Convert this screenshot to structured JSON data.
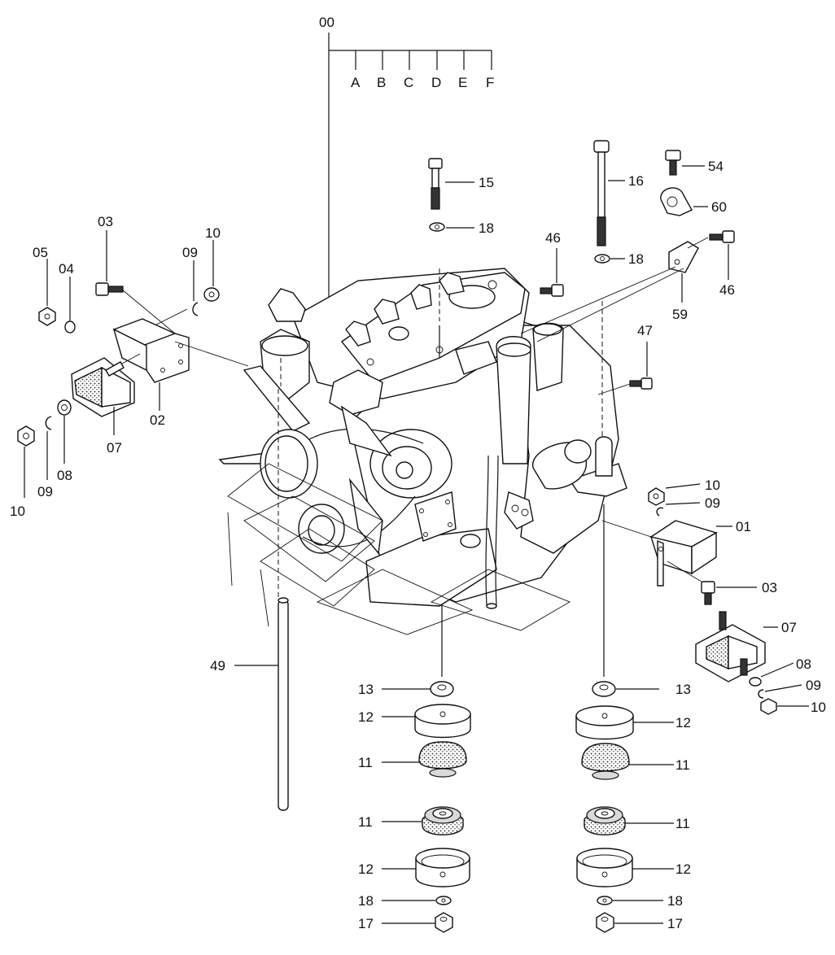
{
  "labels": {
    "l00": "00",
    "lA": "A",
    "lB": "B",
    "lC": "C",
    "lD": "D",
    "lE": "E",
    "lF": "F",
    "l15": "15",
    "l16": "16",
    "l18a": "18",
    "l18b": "18",
    "l54": "54",
    "l60": "60",
    "l46a": "46",
    "l46b": "46",
    "l59": "59",
    "l47": "47",
    "l03a": "03",
    "l10a": "10",
    "l05": "05",
    "l04": "04",
    "l09a": "09",
    "l02": "02",
    "l07a": "07",
    "l10b": "10",
    "l09b": "09",
    "l08a": "08",
    "l10c": "10",
    "l09c": "09",
    "l01": "01",
    "l03b": "03",
    "l07b": "07",
    "l08b": "08",
    "l09d": "09",
    "l10d": "10",
    "l49": "49",
    "l13a": "13",
    "l12a": "12",
    "l11a": "11",
    "l11b": "11",
    "l12b": "12",
    "l18c": "18",
    "l17a": "17",
    "l13b": "13",
    "l12c": "12",
    "l11c": "11",
    "l11d": "11",
    "l12d": "12",
    "l18d": "18",
    "l17b": "17"
  }
}
